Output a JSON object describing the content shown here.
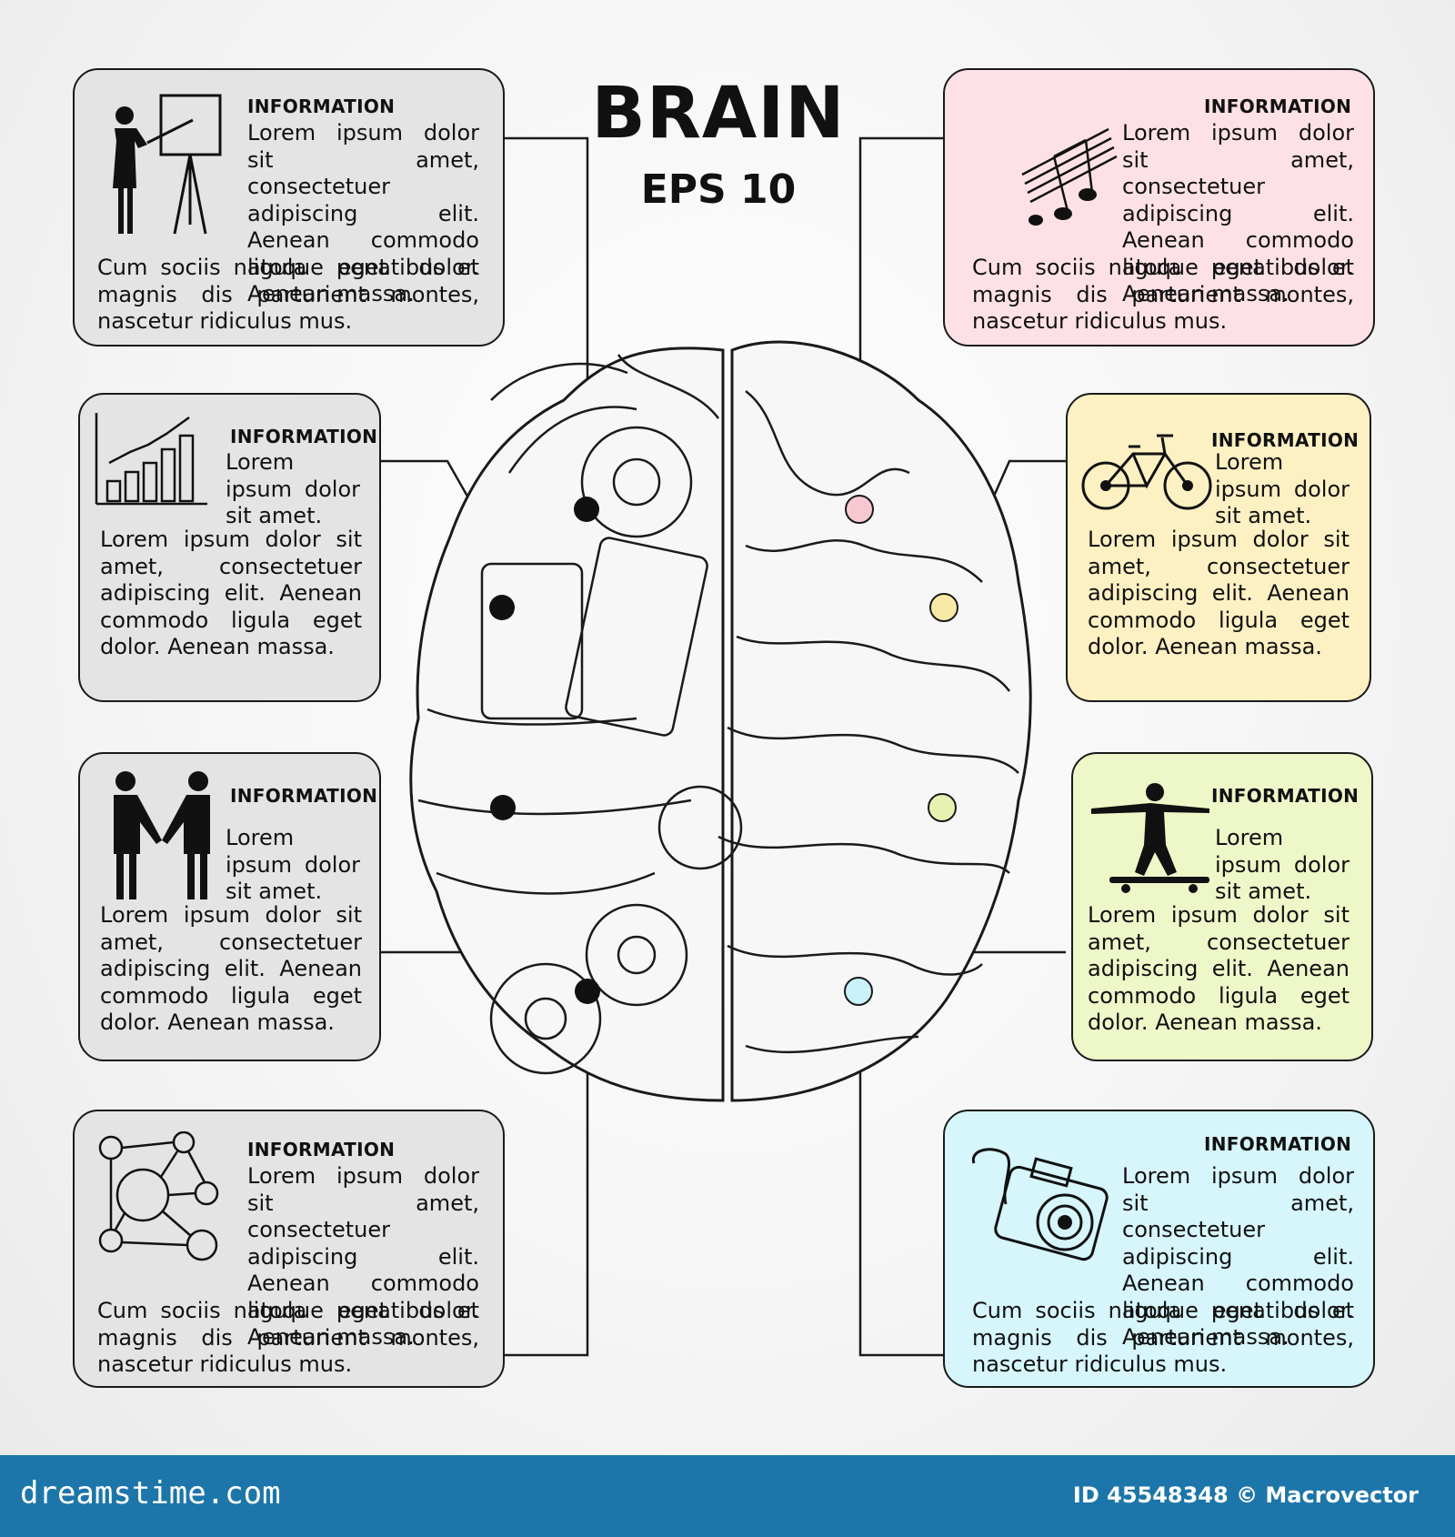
{
  "title": "BRAIN",
  "subtitle": "EPS 10",
  "colors": {
    "box_gray": "#e4e4e4",
    "box_pink": "#fde1e6",
    "box_yellow": "#fdf0c2",
    "box_lime": "#eef7c8",
    "box_cyan": "#d6f6fb",
    "dot_pink": "#f6c9d2",
    "dot_yellow": "#f9e9a6",
    "dot_lime": "#e6f2b0",
    "dot_cyan": "#c9f2fb",
    "footer": "#1d76a9"
  },
  "boxes": [
    {
      "side": "left",
      "color": "gray",
      "icon": "presenter-icon",
      "heading": "INFORMATION",
      "text1": "Lorem ipsum dolor sit amet, consectetuer adipiscing elit. Aenean commodo ligula eget dolor. Aenean massa.",
      "text2": "Cum sociis natoque penatibus et magnis dis parturient montes, nascetur ridiculus mus."
    },
    {
      "side": "left",
      "color": "gray",
      "icon": "growth-chart-icon",
      "heading": "INFORMATION",
      "text1": "Lorem ipsum dolor sit amet.",
      "text2": "Lorem ipsum dolor sit amet, consectetuer adipiscing elit. Aenean commodo ligula eget dolor. Aenean massa."
    },
    {
      "side": "left",
      "color": "gray",
      "icon": "handshake-icon",
      "heading": "INFORMATION",
      "text1": "Lorem ipsum dolor sit amet.",
      "text2": "Lorem ipsum dolor sit amet, consectetuer adipiscing elit. Aenean commodo ligula eget dolor. Aenean massa."
    },
    {
      "side": "left",
      "color": "gray",
      "icon": "network-icon",
      "heading": "INFORMATION",
      "text1": "Lorem ipsum dolor sit amet, consectetuer adipiscing elit. Aenean commodo ligula eget dolor. Aenean massa.",
      "text2": "Cum sociis natoque penatibus et magnis dis parturient montes, nascetur ridiculus mus."
    },
    {
      "side": "right",
      "color": "pink",
      "icon": "music-notes-icon",
      "heading": "INFORMATION",
      "text1": "Lorem ipsum dolor sit amet, consectetuer adipiscing elit. Aenean commodo ligula eget dolor. Aenean massa.",
      "text2": "Cum sociis natoque penatibus et magnis dis parturient montes, nascetur ridiculus mus."
    },
    {
      "side": "right",
      "color": "yellow",
      "icon": "bicycle-icon",
      "heading": "INFORMATION",
      "text1": "Lorem ipsum dolor sit amet.",
      "text2": "Lorem ipsum dolor sit amet, consectetuer adipiscing elit. Aenean commodo ligula eget dolor. Aenean massa."
    },
    {
      "side": "right",
      "color": "lime",
      "icon": "skateboarder-icon",
      "heading": "INFORMATION",
      "text1": "Lorem ipsum dolor sit amet.",
      "text2": "Lorem ipsum dolor sit amet, consectetuer adipiscing elit. Aenean commodo ligula eget dolor. Aenean massa."
    },
    {
      "side": "right",
      "color": "cyan",
      "icon": "camera-icon",
      "heading": "INFORMATION",
      "text1": "Lorem ipsum dolor sit amet, consectetuer adipiscing elit. Aenean commodo ligula eget dolor. Aenean massa.",
      "text2": "Cum sociis natoque penatibus et magnis dis parturient montes, nascetur ridiculus mus."
    }
  ],
  "footer": {
    "brand": "dreamstime.com",
    "credit": "ID 45548348 © Macrovector"
  }
}
